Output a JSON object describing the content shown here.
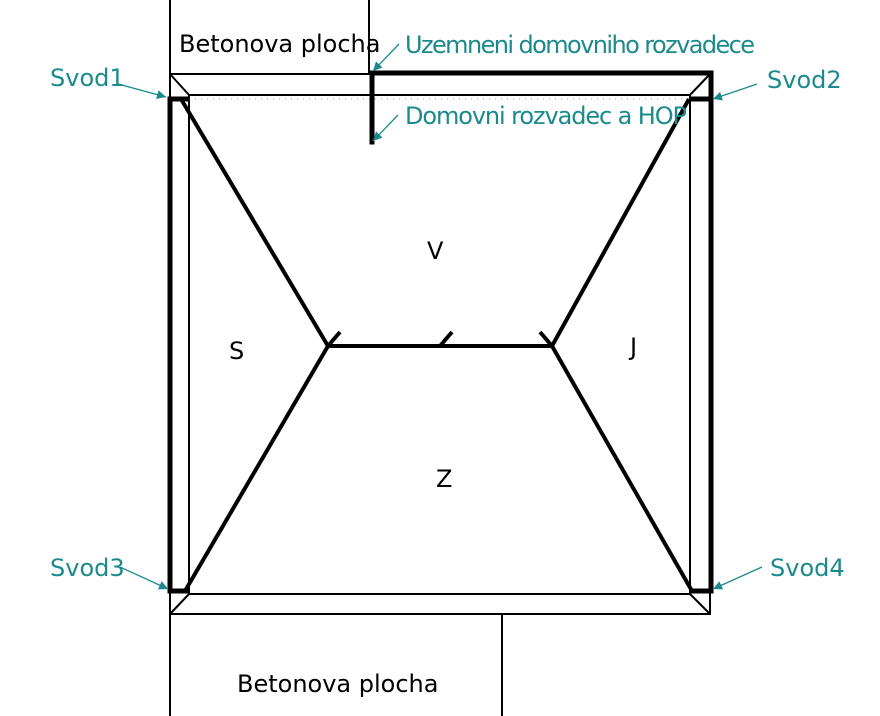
{
  "areas": {
    "top": "Betonova plocha",
    "bottom": "Betonova plocha"
  },
  "downconductors": [
    "Svod1",
    "Svod2",
    "Svod3",
    "Svod4"
  ],
  "annotations": {
    "grounding": "Uzemneni domovniho rozvadece",
    "panel": "Domovni rozvadec a HOP"
  },
  "roof_faces": {
    "north": "S",
    "east": "V",
    "south": "J",
    "west": "Z"
  },
  "colors": {
    "annotation": "#1b8a8c",
    "lines": "#000000"
  }
}
